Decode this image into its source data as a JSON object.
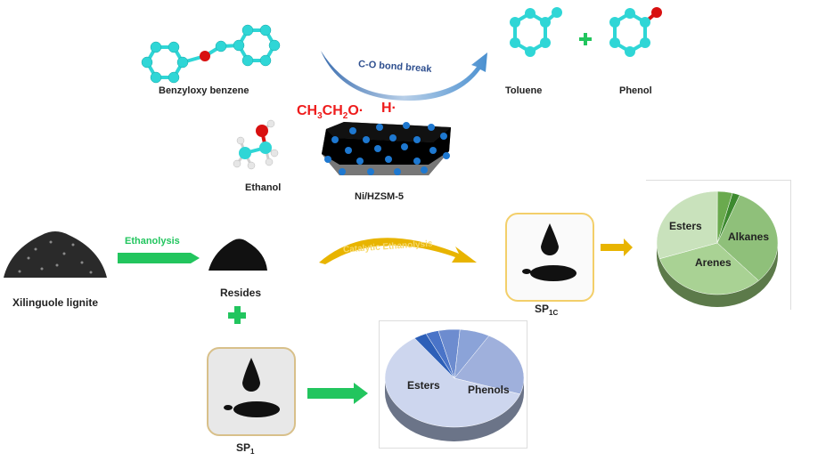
{
  "molecules": {
    "benzyloxy_benzene": "Benzyloxy benzene",
    "toluene": "Toluene",
    "phenol": "Phenol",
    "ethanol": "Ethanol",
    "catalyst": "Ni/HZSM-5"
  },
  "reaction_arrows": {
    "co_bond_break": "C-O bond break",
    "ethanolysis": "Ethanolysis",
    "catalytic_ethanolysis": "Catalytic Ethanolysis"
  },
  "radicals": {
    "ethoxy_prefix": "CH",
    "ethoxy_sub1": "3",
    "ethoxy_mid": "CH",
    "ethoxy_sub2": "2",
    "ethoxy_suffix": "O·",
    "hydrogen": "H·"
  },
  "materials": {
    "lignite": "Xilinguole lignite",
    "residues": "Resides"
  },
  "products": {
    "sp1c_main": "SP",
    "sp1c_sub": "1C",
    "sp1_main": "SP",
    "sp1_sub": "1"
  },
  "colors": {
    "atom_carbon": "#2fd6d6",
    "atom_oxygen": "#d81010",
    "atom_hydrogen": "#e0e0e0",
    "green_arrow": "#22c55e",
    "gold_arrow": "#e8b400",
    "blue_arrow": "#4a86c8",
    "ni_particle": "#1e78d0",
    "radical_red": "#ee1c1c"
  },
  "chart_data": [
    {
      "type": "pie",
      "title": "SP1C composition",
      "slices": [
        {
          "label": "Alkanes",
          "value": 32
        },
        {
          "label": "Arenes",
          "value": 32
        },
        {
          "label": "Esters",
          "value": 30
        },
        {
          "label": "",
          "value": 4
        },
        {
          "label": "",
          "value": 2
        }
      ]
    },
    {
      "type": "pie",
      "title": "SP1 composition",
      "slices": [
        {
          "label": "Phenols",
          "value": 22
        },
        {
          "label": "Esters",
          "value": 60
        },
        {
          "label": "",
          "value": 3
        },
        {
          "label": "",
          "value": 3
        },
        {
          "label": "",
          "value": 5
        },
        {
          "label": "",
          "value": 7
        }
      ]
    }
  ]
}
